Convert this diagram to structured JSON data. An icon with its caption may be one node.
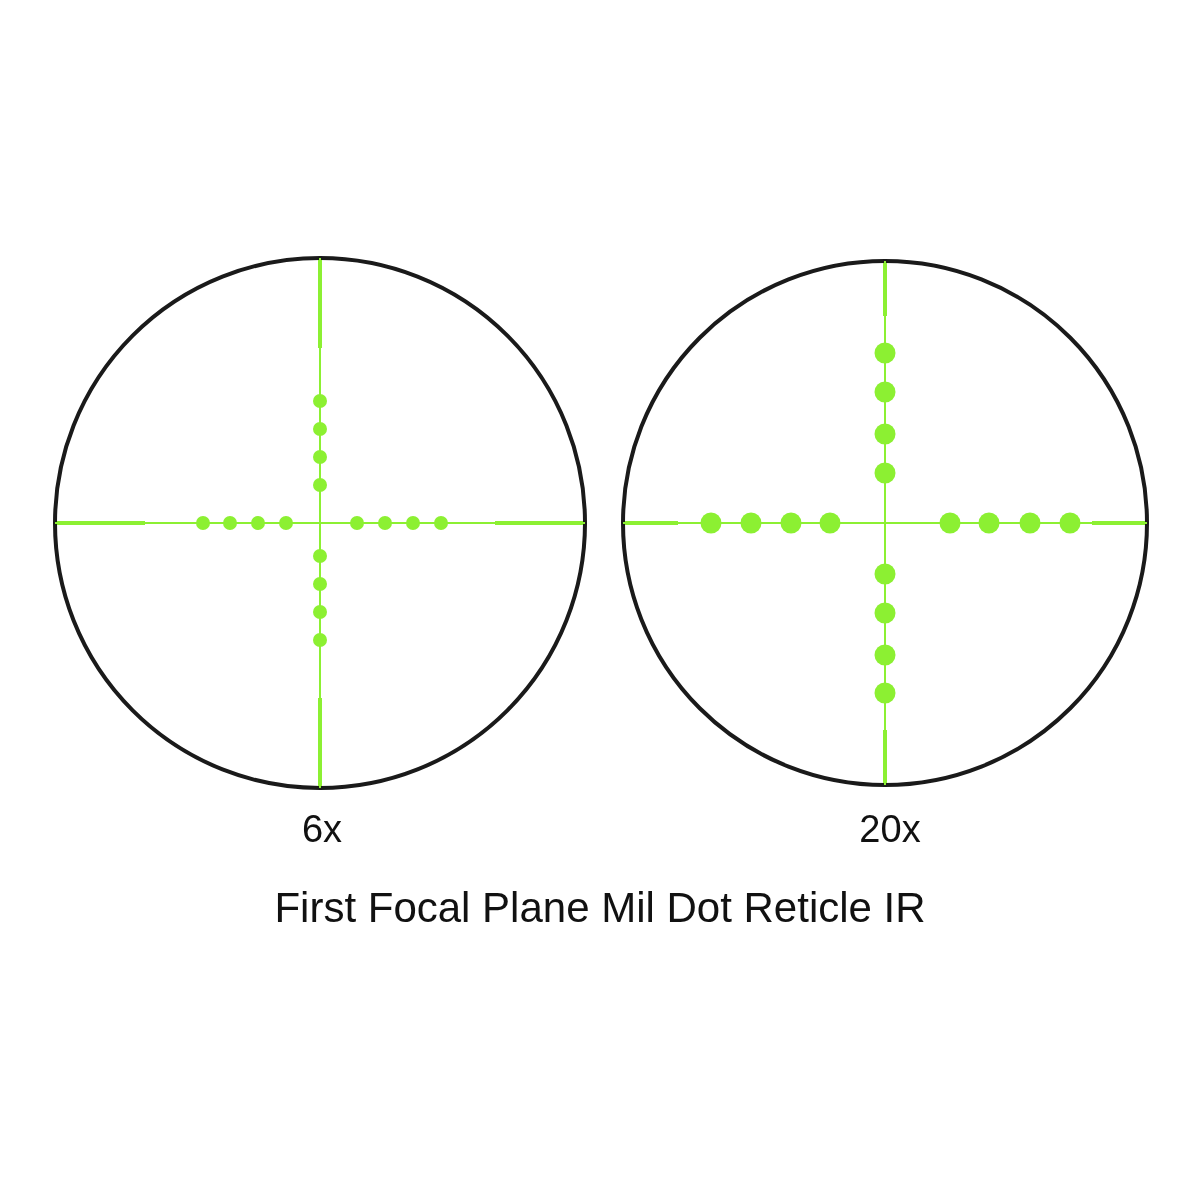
{
  "diagram": {
    "caption": "First Focal Plane Mil Dot Reticle IR",
    "labels": [
      "6x",
      "20x"
    ]
  }
}
